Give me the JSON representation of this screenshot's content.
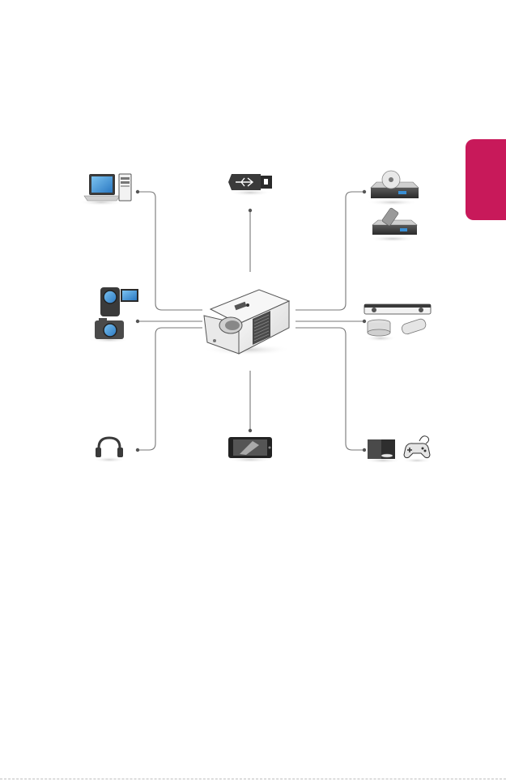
{
  "colors": {
    "accent_tab": "#c8195a",
    "line": "#777777",
    "screen_blue": "#3a8fd4",
    "device_dark": "#2d2d2d",
    "device_light": "#e8e8e8"
  },
  "language_tab": {
    "label": ""
  },
  "center_device": {
    "icon": "projector-icon"
  },
  "devices": [
    {
      "id": "computer",
      "icons": [
        "laptop-icon",
        "desktop-tower-icon"
      ]
    },
    {
      "id": "usb",
      "icons": [
        "usb-drive-icon"
      ]
    },
    {
      "id": "players",
      "icons": [
        "blu-ray-player-icon",
        "set-top-box-icon"
      ]
    },
    {
      "id": "cameras",
      "icons": [
        "camcorder-icon",
        "digital-camera-icon"
      ]
    },
    {
      "id": "audio",
      "icons": [
        "soundbar-icon",
        "speaker-puck-icon",
        "speaker-cylinder-icon"
      ]
    },
    {
      "id": "headphones",
      "icons": [
        "headphones-icon"
      ]
    },
    {
      "id": "mobile",
      "icons": [
        "smartphone-icon"
      ]
    },
    {
      "id": "gaming",
      "icons": [
        "game-console-icon",
        "gamepad-icon"
      ]
    }
  ]
}
